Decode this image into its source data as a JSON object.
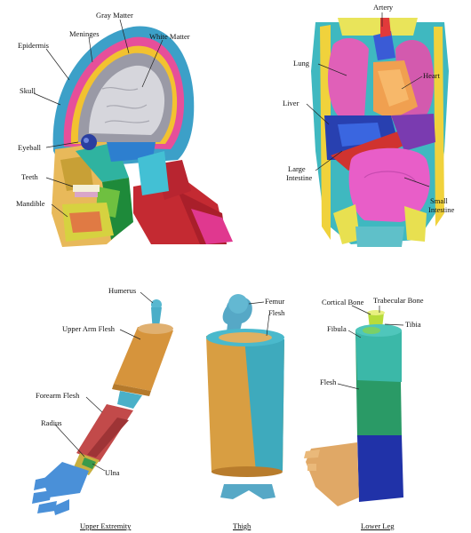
{
  "head": {
    "labels": {
      "gray_matter": "Gray Matter",
      "white_matter": "White Matter",
      "meninges": "Meninges",
      "epidermis": "Epidermis",
      "skull": "Skull",
      "eyeball": "Eyeball",
      "teeth": "Teeth",
      "mandible": "Mandible"
    }
  },
  "torso": {
    "labels": {
      "artery": "Artery",
      "lung": "Lung",
      "heart": "Heart",
      "liver": "Liver",
      "large_intestine": [
        "Large",
        "Intestine"
      ],
      "small_intestine": [
        "Small",
        "Intestine"
      ]
    }
  },
  "arm": {
    "labels": {
      "humerus": "Humerus",
      "upper_arm_flesh": "Upper Arm Flesh",
      "forearm_flesh": "Forearm Flesh",
      "radius": "Radius",
      "ulna": "Ulna"
    },
    "caption": "Upper Extremity"
  },
  "thigh": {
    "labels": {
      "femur": "Femur",
      "flesh": "Flesh"
    },
    "caption": "Thigh"
  },
  "leg": {
    "labels": {
      "cortical_bone": "Cortical Bone",
      "trabecular_bone": "Trabecular Bone",
      "fibula": "Fibula",
      "tibia": "Tibia",
      "flesh": "Flesh"
    },
    "caption": "Lower Leg"
  }
}
